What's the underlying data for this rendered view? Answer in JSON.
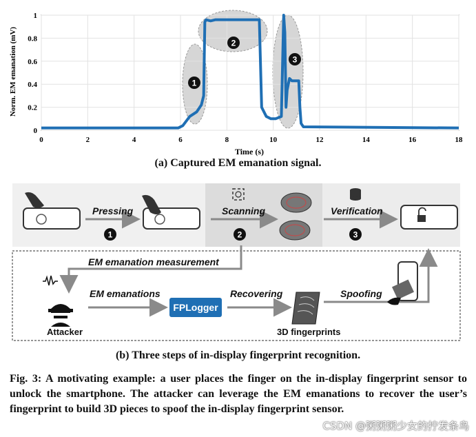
{
  "chart_data": {
    "type": "line",
    "xlabel": "Time (s)",
    "ylabel": "Norm. EM emanation (mV)",
    "xlim": [
      0,
      18
    ],
    "ylim": [
      0,
      1
    ],
    "xticks": [
      0,
      2,
      4,
      6,
      8,
      10,
      12,
      14,
      16,
      18
    ],
    "yticks": [
      0,
      0.2,
      0.4,
      0.6,
      0.8,
      1
    ],
    "series_color": "#1f6fb4",
    "series": [
      {
        "x": [
          0,
          5.9,
          6.1,
          6.4,
          6.7,
          6.9,
          7.0,
          7.05,
          7.1,
          7.3,
          7.5,
          9.4,
          9.5,
          9.7,
          9.9,
          10.1,
          10.35,
          10.45,
          10.5,
          10.55,
          10.6,
          10.7,
          10.8,
          11.1,
          11.15,
          11.2,
          11.3,
          18
        ],
        "y": [
          0.02,
          0.02,
          0.04,
          0.12,
          0.16,
          0.22,
          0.3,
          0.94,
          0.96,
          0.95,
          0.96,
          0.96,
          0.2,
          0.12,
          0.1,
          0.1,
          0.12,
          1.0,
          0.85,
          0.2,
          0.35,
          0.45,
          0.43,
          0.43,
          0.2,
          0.06,
          0.03,
          0.02
        ]
      }
    ],
    "annotations": [
      "1",
      "2",
      "3"
    ],
    "caption": "(a) Captured EM emanation signal."
  },
  "diagram": {
    "steps": [
      {
        "label": "Pressing",
        "num": "1"
      },
      {
        "label": "Scanning",
        "num": "2"
      },
      {
        "label": "Verification",
        "num": "3"
      }
    ],
    "measurement_label": "EM emanation measurement",
    "attacker": "Attacker",
    "em_label": "EM emanations",
    "fplogger": "FPLogger",
    "recovering": "Recovering",
    "fingerprints3d": "3D fingerprints",
    "spoofing": "Spoofing",
    "caption": "(b) Three steps of in-display fingerprint recognition."
  },
  "figure_caption": "Fig. 3: A motivating example: a user places the finger on the in-display fingerprint sensor to unlock the smartphone. The attacker can leverage the EM emanations to recover the user’s fingerprint to build 3D pieces to spoof the in-display fingerprint sensor.",
  "watermark": "CSDN @粥粥粥少女的拧发条鸟"
}
